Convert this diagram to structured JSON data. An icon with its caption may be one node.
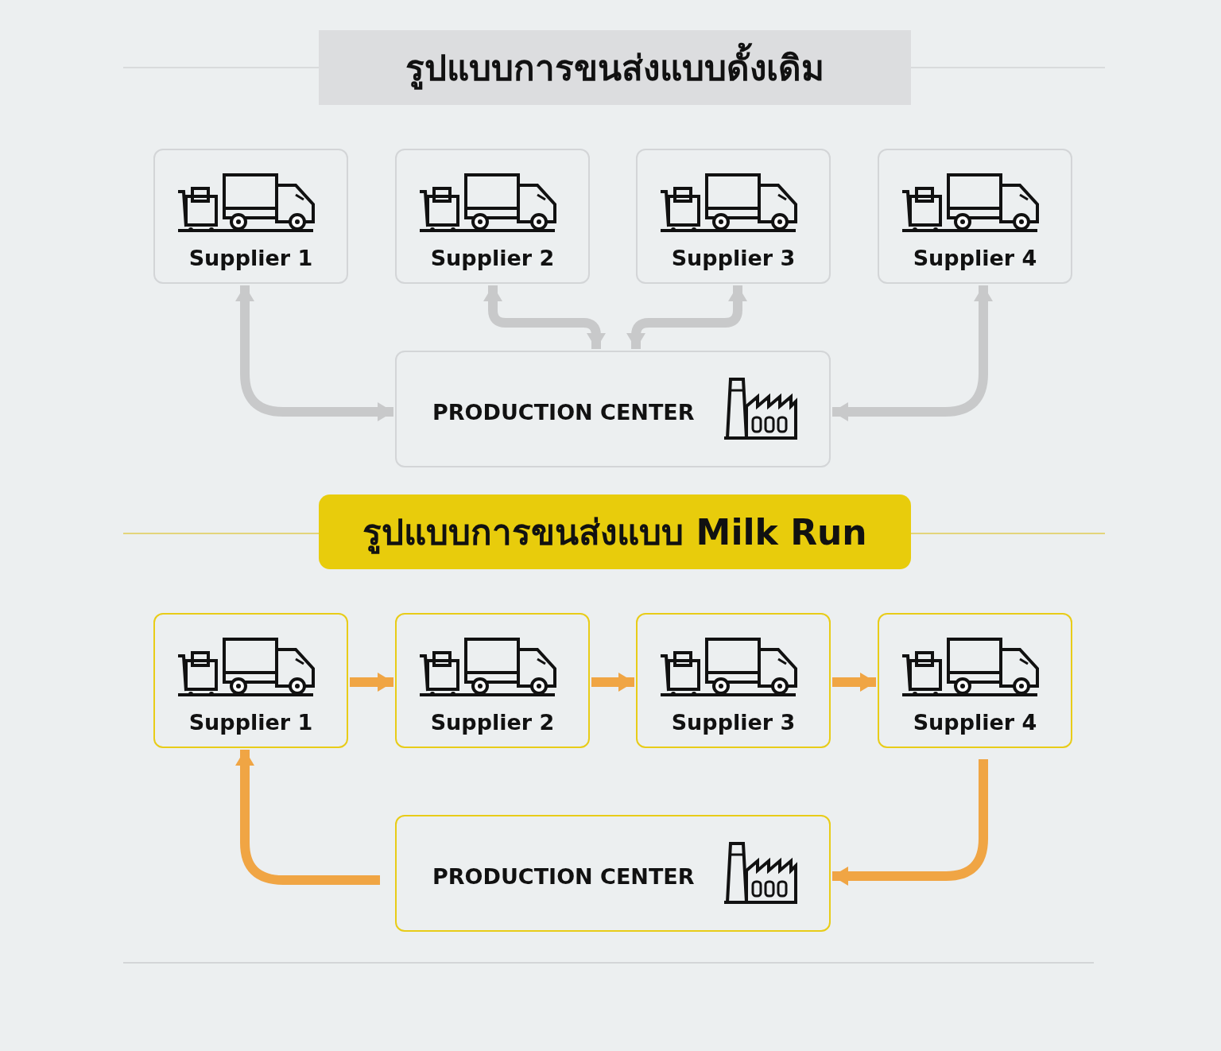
{
  "diagram": {
    "nodes": [
      {
        "text": [
          "รูปแบบการขนส่งแบบดั้งเดิม"
        ]
      },
      {
        "text": [
          "Supplier 1"
        ]
      },
      {
        "text": [
          "Supplier 2"
        ]
      },
      {
        "text": [
          "Supplier 3"
        ]
      },
      {
        "text": [
          "Supplier 4"
        ]
      },
      {
        "text": [
          "PRODUCTION CENTER"
        ]
      },
      {
        "text": [
          "รูปแบบการขนส่งแบบ Milk Run"
        ]
      },
      {
        "text": [
          "Supplier 1"
        ]
      },
      {
        "text": [
          "Supplier 2"
        ]
      },
      {
        "text": [
          "Supplier 3"
        ]
      },
      {
        "text": [
          "Supplier 4"
        ]
      },
      {
        "text": [
          "PRODUCTION CENTER"
        ]
      }
    ],
    "edges": [
      {
        "from": 1,
        "to": 5,
        "arrow": "both",
        "color": "#c8c9ca"
      },
      {
        "from": 2,
        "to": 5,
        "arrow": "both",
        "color": "#c8c9ca"
      },
      {
        "from": 3,
        "to": 5,
        "arrow": "both",
        "color": "#c8c9ca"
      },
      {
        "from": 4,
        "to": 5,
        "arrow": "both",
        "color": "#c8c9ca"
      },
      {
        "from": 7,
        "to": 8,
        "arrow": "to",
        "color": "#f0a544"
      },
      {
        "from": 8,
        "to": 9,
        "arrow": "to",
        "color": "#f0a544"
      },
      {
        "from": 9,
        "to": 10,
        "arrow": "to",
        "color": "#f0a544"
      },
      {
        "from": 10,
        "to": 11,
        "arrow": "to",
        "color": "#f0a544"
      },
      {
        "from": 11,
        "to": 7,
        "arrow": "to",
        "color": "#f0a544"
      }
    ]
  }
}
